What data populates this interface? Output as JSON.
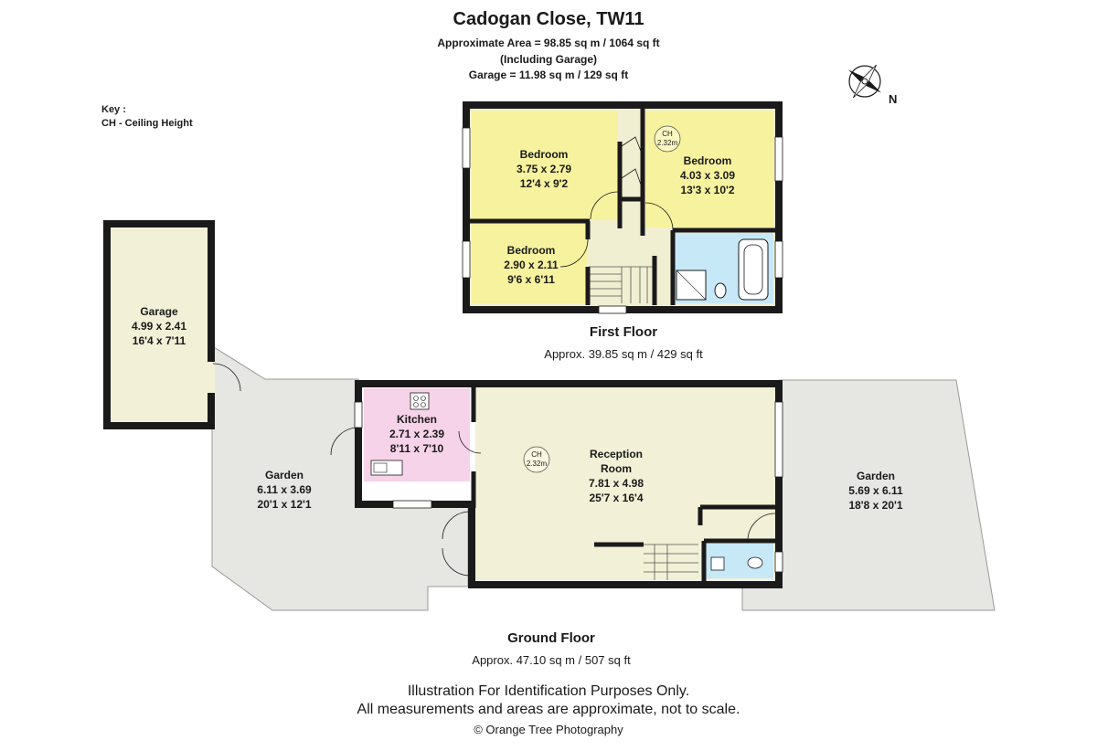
{
  "header": {
    "title": "Cadogan Close, TW11",
    "area_line": "Approximate Area =  98.85 sq m / 1064 sq ft",
    "garage_note": "(Including Garage)",
    "garage_line": "Garage =  11.98 sq m / 129 sq ft"
  },
  "key": {
    "heading": "Key :",
    "entry": "CH - Ceiling Height"
  },
  "compass": {
    "label": "N"
  },
  "first_floor": {
    "title": "First Floor",
    "area": "Approx. 39.85 sq m / 429 sq ft",
    "ceiling": {
      "prefix": "CH",
      "value": "2.32m"
    },
    "rooms": [
      {
        "name": "Bedroom",
        "metric": "3.75 x 2.79",
        "imperial": "12'4 x 9'2"
      },
      {
        "name": "Bedroom",
        "metric": "4.03 x 3.09",
        "imperial": "13'3 x 10'2"
      },
      {
        "name": "Bedroom",
        "metric": "2.90 x 2.11",
        "imperial": "9'6 x 6'11"
      }
    ]
  },
  "ground_floor": {
    "title": "Ground Floor",
    "area": "Approx. 47.10 sq m / 507 sq ft",
    "ceiling": {
      "prefix": "CH",
      "value": "2.32m"
    },
    "garage": {
      "name": "Garage",
      "metric": "4.99 x 2.41",
      "imperial": "16'4 x 7'11"
    },
    "kitchen": {
      "name": "Kitchen",
      "metric": "2.71 x 2.39",
      "imperial": "8'11 x 7'10"
    },
    "reception": {
      "name_line1": "Reception",
      "name_line2": "Room",
      "metric": "7.81 x 4.98",
      "imperial": "25'7 x 16'4"
    },
    "garden_left": {
      "name": "Garden",
      "metric": "6.11 x 3.69",
      "imperial": "20'1 x 12'1"
    },
    "garden_right": {
      "name": "Garden",
      "metric": "5.69 x 6.11",
      "imperial": "18'8 x 20'1"
    }
  },
  "footer": {
    "line1": "Illustration For Identification Purposes Only.",
    "line2": "All measurements and areas are approximate, not to scale.",
    "copyright": "© Orange Tree Photography"
  },
  "colors": {
    "bedroom_fill": "#f7f29e",
    "landing_fill": "#f1efd2",
    "bathroom_fill": "#c7e8f7",
    "kitchen_fill": "#f6d3e8",
    "reception_fill": "#f2f0d6",
    "garden_fill": "#e6e6e3",
    "wall": "#1a1a1a"
  }
}
